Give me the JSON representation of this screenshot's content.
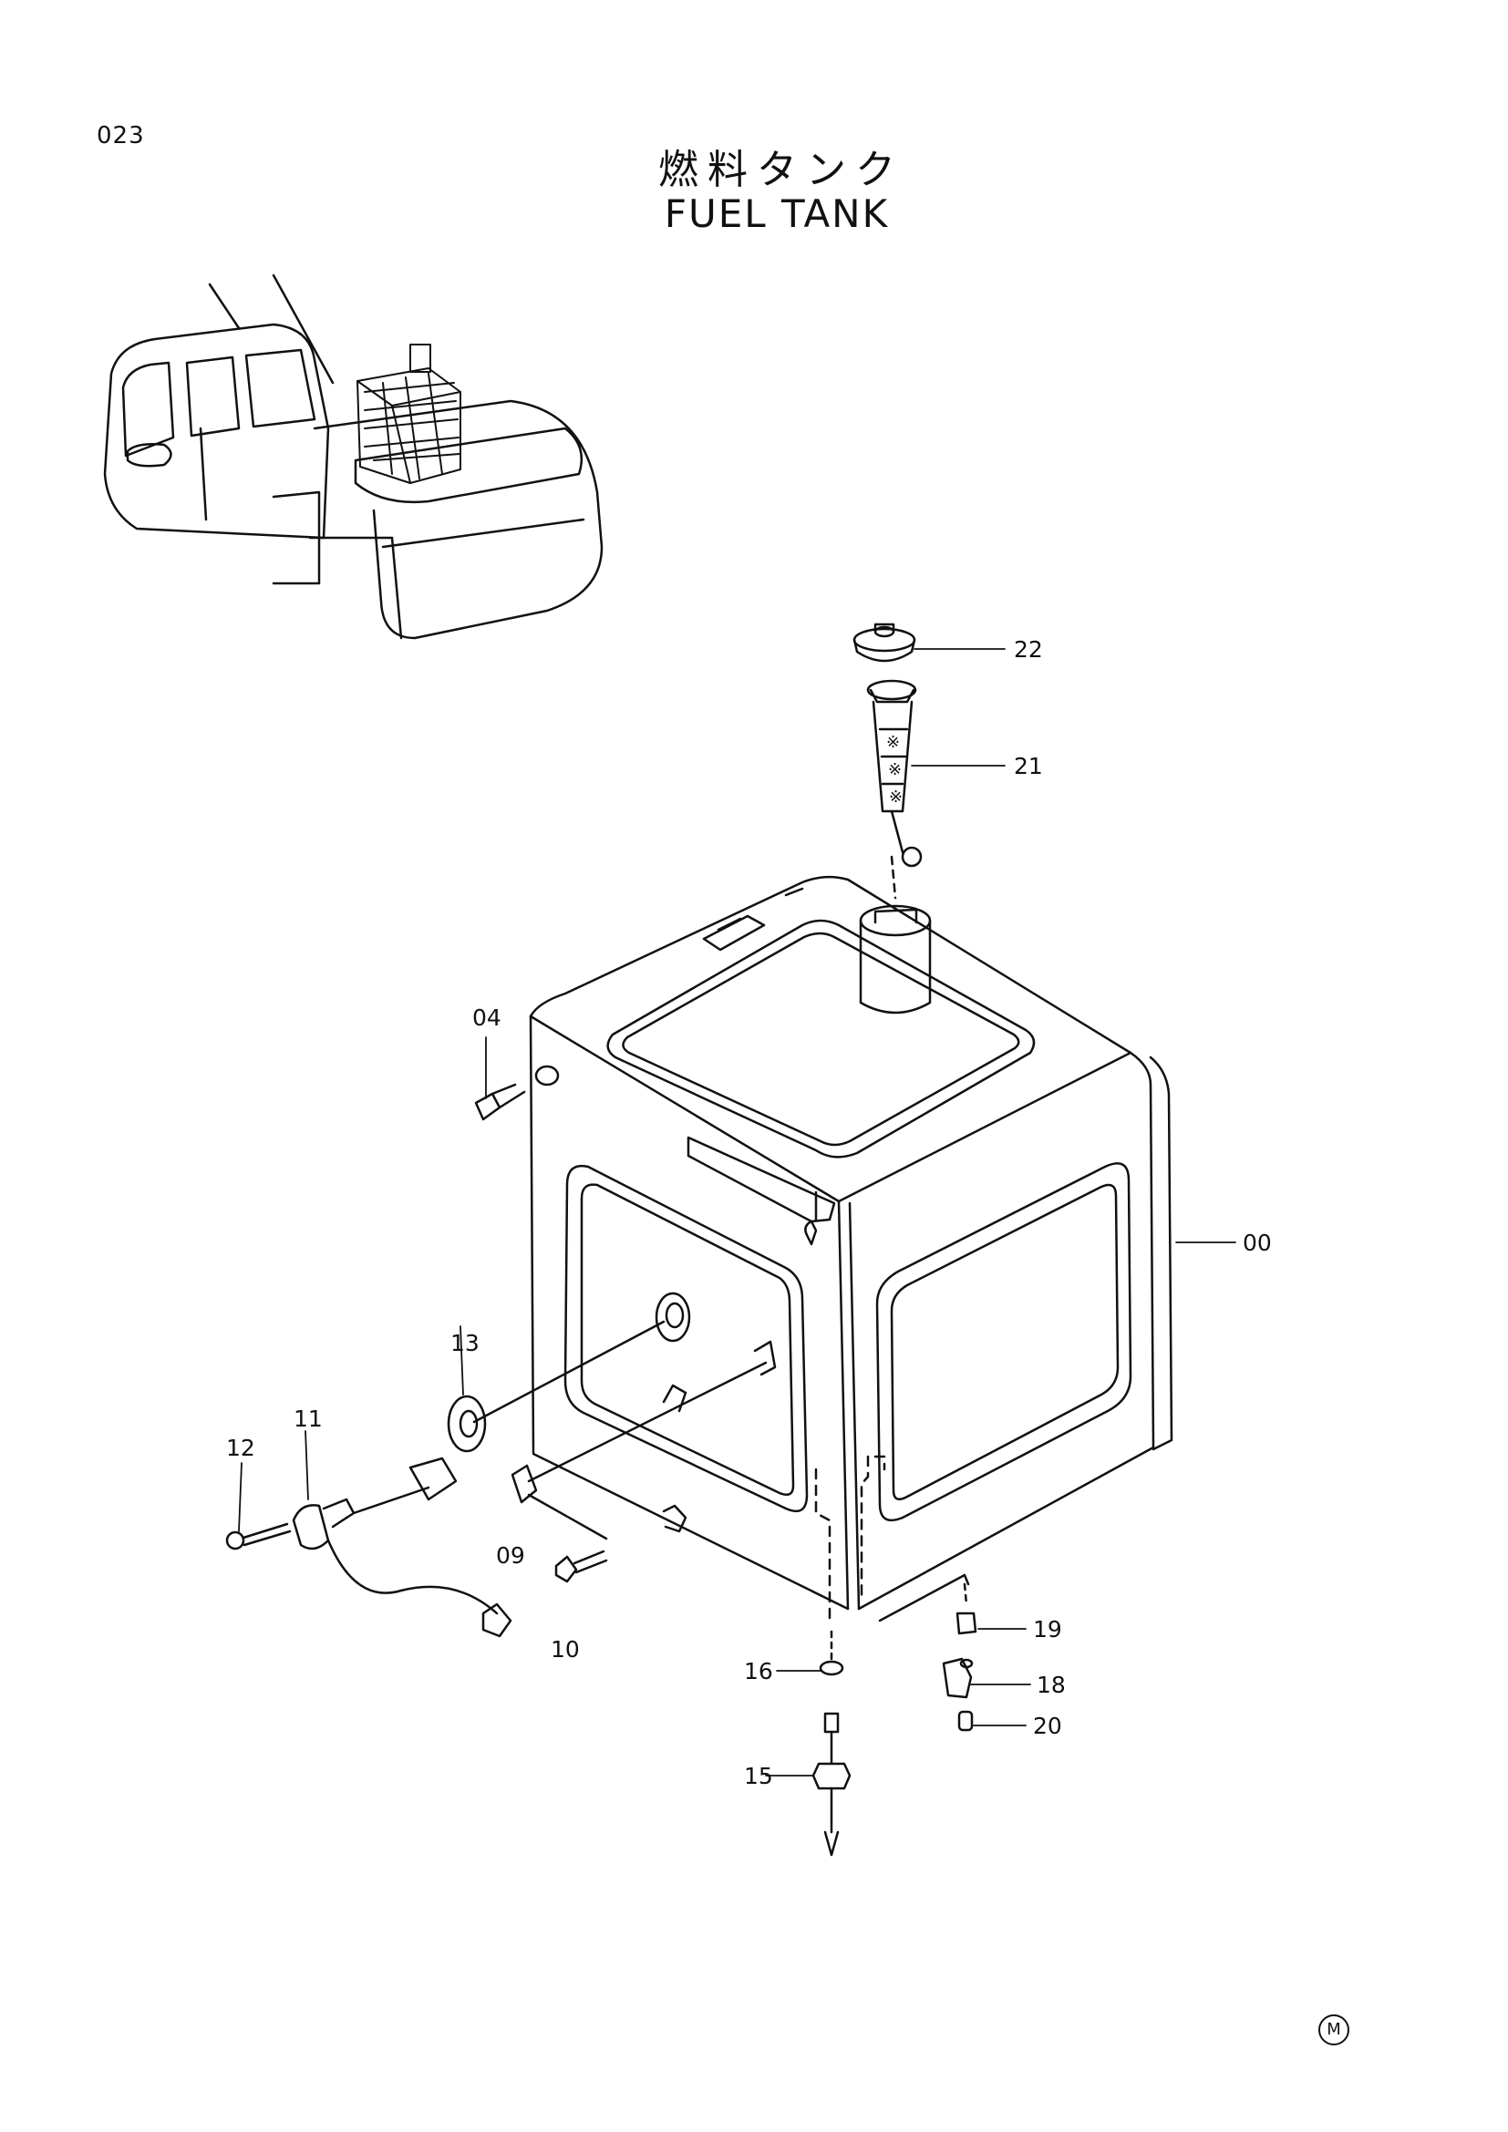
{
  "page_number": "023",
  "title_jp": "燃料タンク",
  "title_en": "FUEL TANK",
  "callouts": [
    {
      "id": "c00",
      "label": "00"
    },
    {
      "id": "c04",
      "label": "04"
    },
    {
      "id": "c09",
      "label": "09"
    },
    {
      "id": "c10",
      "label": "10"
    },
    {
      "id": "c11",
      "label": "11"
    },
    {
      "id": "c12",
      "label": "12"
    },
    {
      "id": "c13",
      "label": "13"
    },
    {
      "id": "c15",
      "label": "15"
    },
    {
      "id": "c16",
      "label": "16"
    },
    {
      "id": "c18",
      "label": "18"
    },
    {
      "id": "c19",
      "label": "19"
    },
    {
      "id": "c20",
      "label": "20"
    },
    {
      "id": "c21",
      "label": "21"
    },
    {
      "id": "c22",
      "label": "22"
    }
  ],
  "mark": "M"
}
